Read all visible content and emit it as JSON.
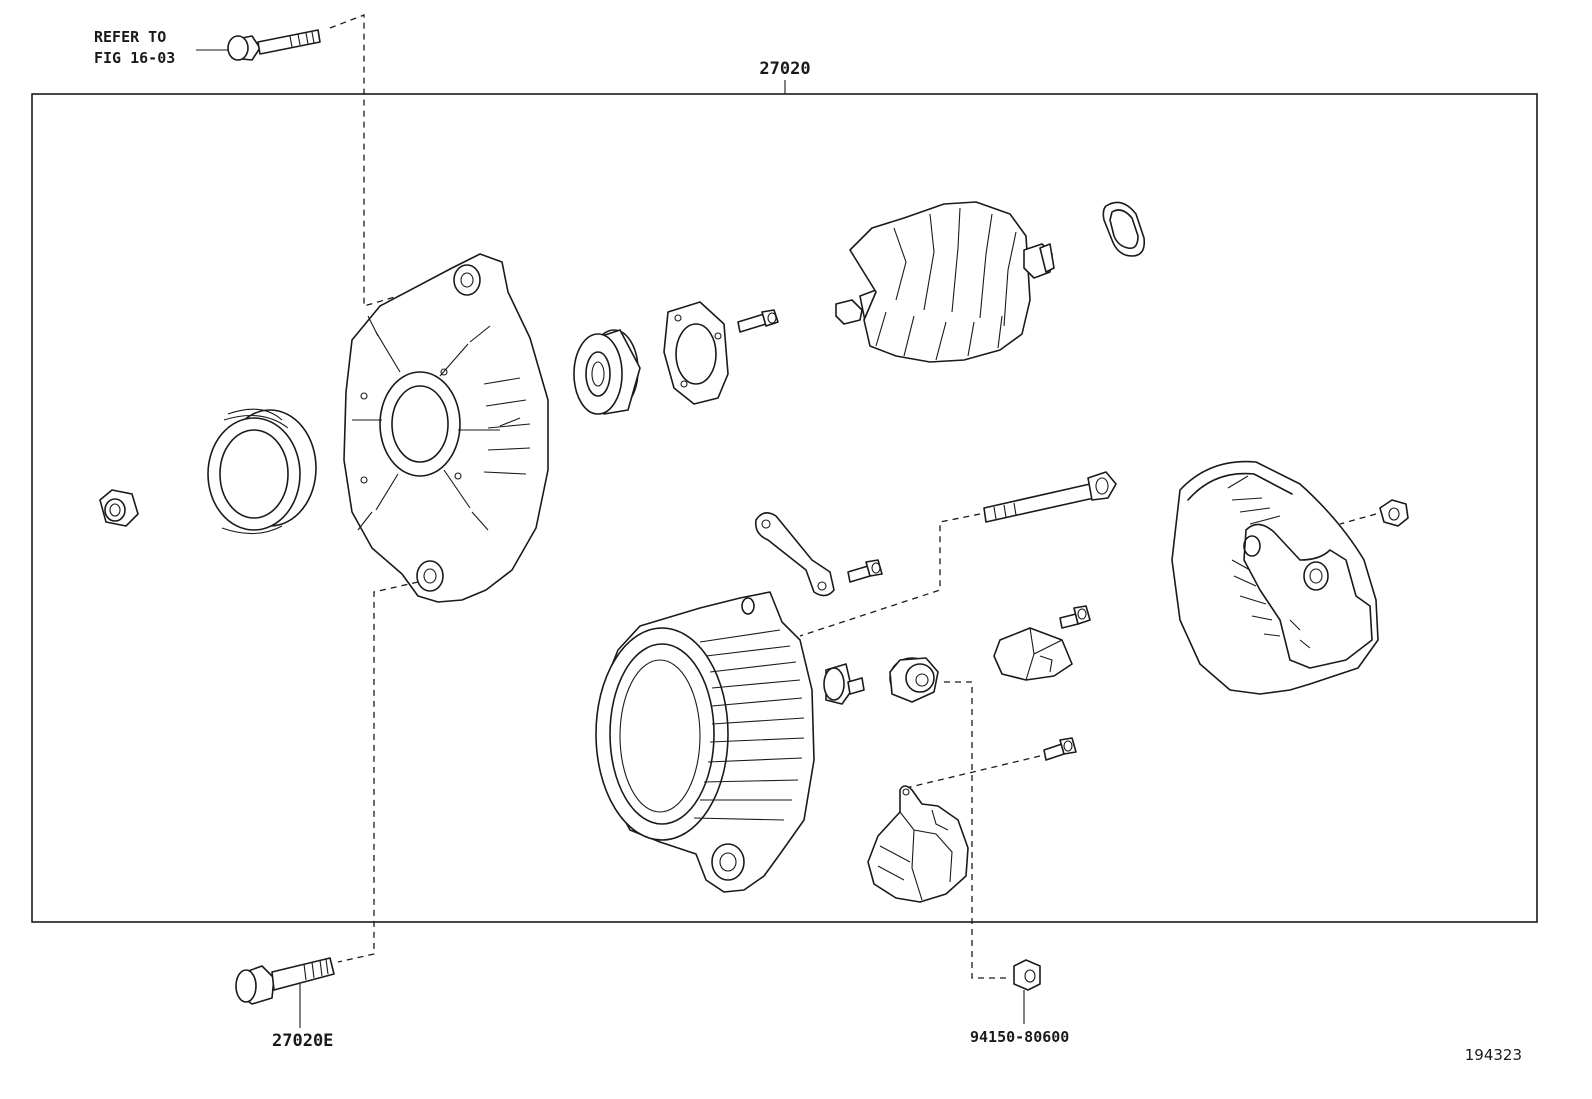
{
  "refer_note": {
    "line1": "REFER TO",
    "line2": "FIG 16-03"
  },
  "labels": {
    "assembly": "27020",
    "bolt": "27020E",
    "nut": "94150-80600",
    "figure_number": "194323"
  }
}
